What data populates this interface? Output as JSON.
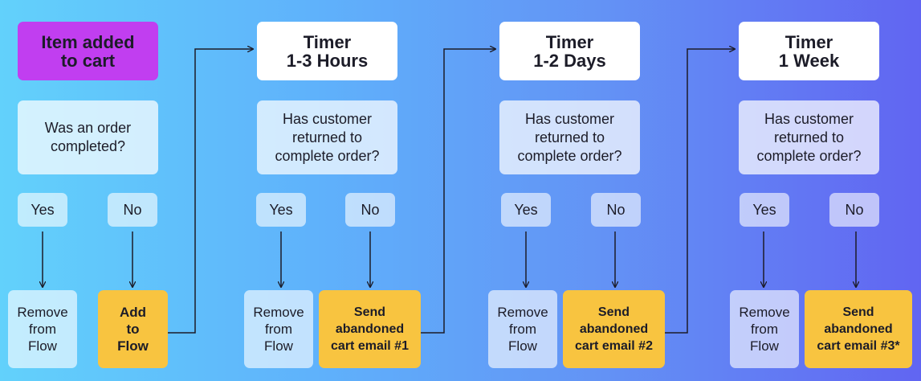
{
  "colors": {
    "start_fill": "#c13ef0",
    "timer_fill": "#ffffff",
    "action_fill": "#f8c440",
    "connector": "#1c1c28"
  },
  "columns": [
    {
      "header": "Item added\nto cart",
      "question": "Was an order\ncompleted?",
      "yes": "Yes",
      "no": "No",
      "yes_outcome": "Remove\nfrom\nFlow",
      "no_outcome": "Add\nto\nFlow"
    },
    {
      "header": "Timer\n1-3 Hours",
      "question": "Has customer\nreturned to\ncomplete order?",
      "yes": "Yes",
      "no": "No",
      "yes_outcome": "Remove\nfrom\nFlow",
      "no_outcome": "Send\nabandoned\ncart email #1"
    },
    {
      "header": "Timer\n1-2 Days",
      "question": "Has customer\nreturned to\ncomplete order?",
      "yes": "Yes",
      "no": "No",
      "yes_outcome": "Remove\nfrom\nFlow",
      "no_outcome": "Send\nabandoned\ncart email #2"
    },
    {
      "header": "Timer\n1 Week",
      "question": "Has customer\nreturned to\ncomplete order?",
      "yes": "Yes",
      "no": "No",
      "yes_outcome": "Remove\nfrom\nFlow",
      "no_outcome": "Send\nabandoned\ncart email #3*"
    }
  ]
}
